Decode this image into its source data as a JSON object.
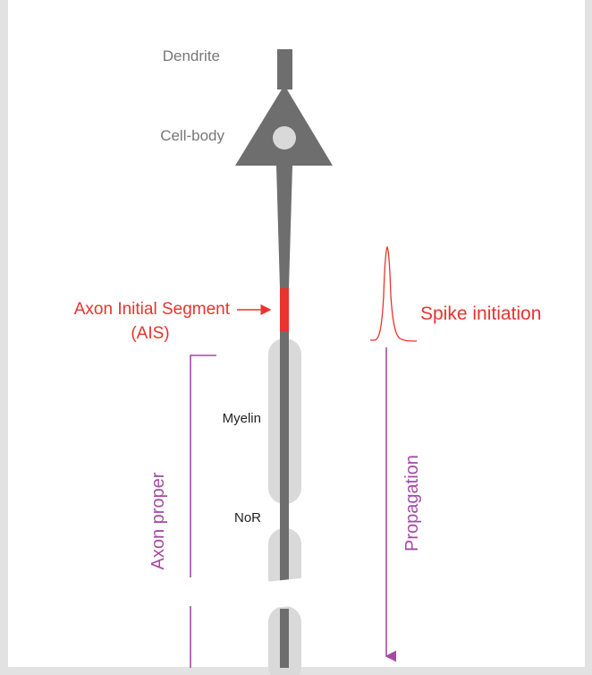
{
  "labels": {
    "dendrite": "Dendrite",
    "cell_body": "Cell-body",
    "ais_line1": "Axon Initial Segment",
    "ais_line2": "(AIS)",
    "spike_initiation": "Spike initiation",
    "myelin": "Myelin",
    "nor": "NoR",
    "axon_proper": "Axon proper",
    "propagation": "Propagation"
  },
  "colors": {
    "neuron": "#6e6e6e",
    "myelin": "#d9d9d9",
    "ais": "#e8332e",
    "purple": "#a44aa3",
    "gray_text": "#777777",
    "frame": "#e2e2e2"
  }
}
